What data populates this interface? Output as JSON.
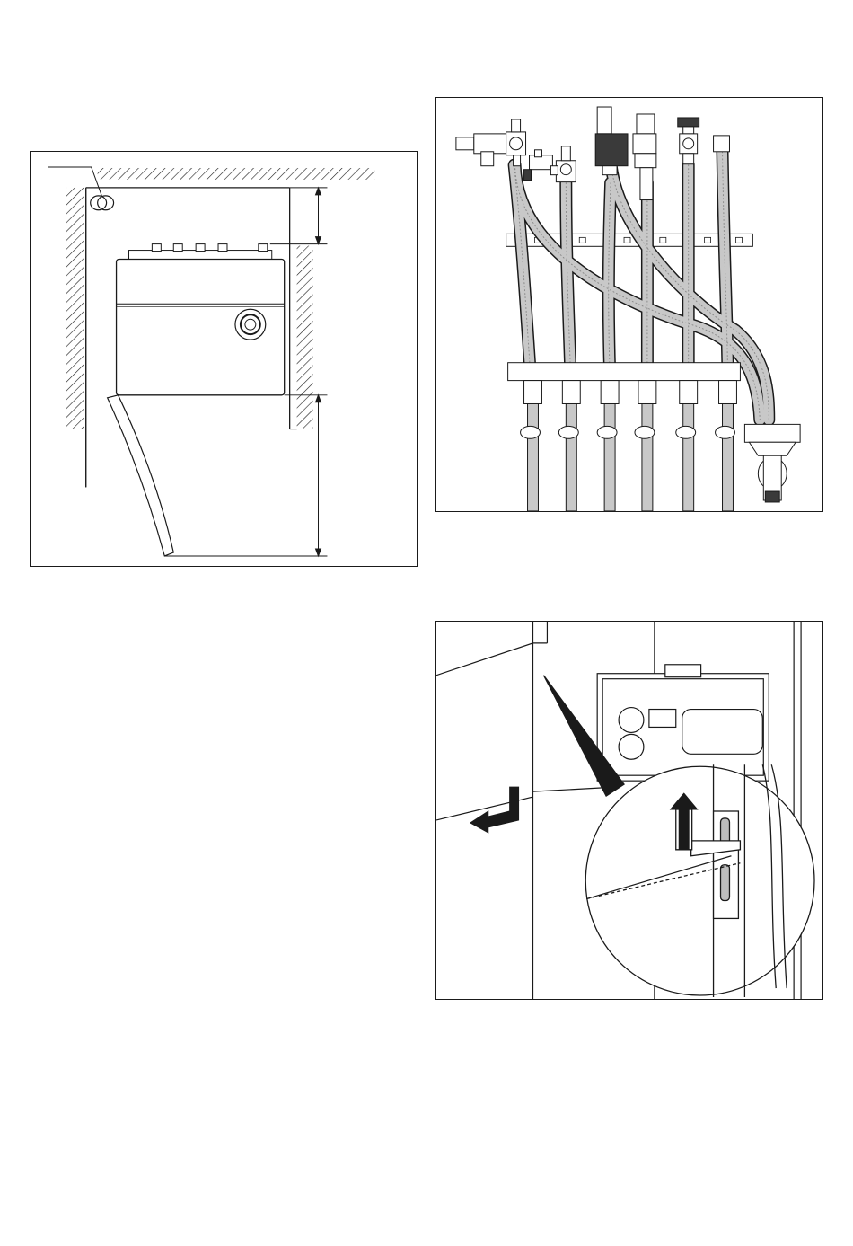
{
  "figures": [
    {
      "id": "clearance-side-view"
    },
    {
      "id": "pipe-connections"
    },
    {
      "id": "front-panel-removal"
    }
  ],
  "colors": {
    "line": "#1a1a1a",
    "pipe_fill": "#c8c8c8",
    "pipe_dark": "#8a8a8a",
    "valve_dark": "#3a3a3a",
    "slot_fill": "#bdbdbd"
  }
}
